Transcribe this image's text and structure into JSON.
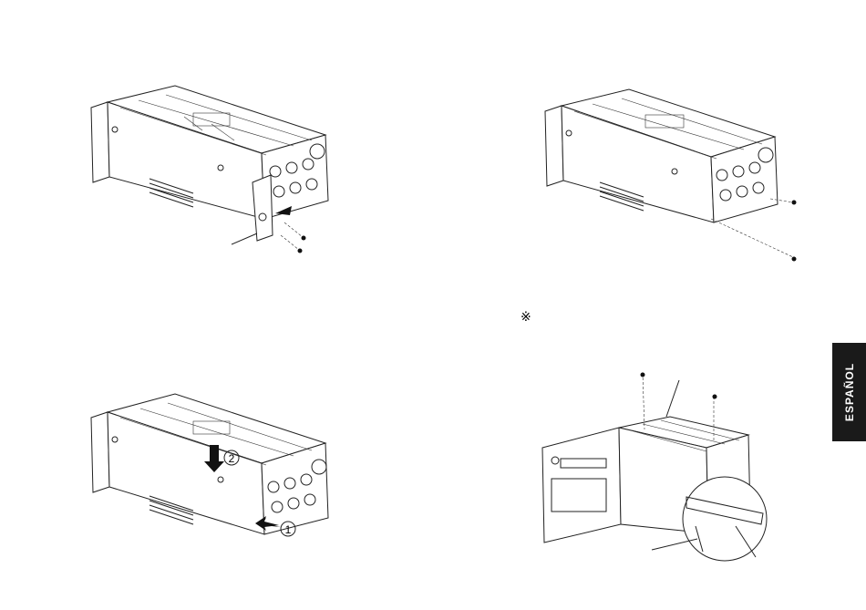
{
  "page": {
    "note_mark": "※",
    "side_tab_label": "ESPAÑOL"
  },
  "figures": [
    {
      "id": "remove-panel-step",
      "callouts": []
    },
    {
      "id": "screws-removed-step",
      "callouts": []
    },
    {
      "id": "slide-unit-step",
      "callouts": [
        "2",
        "1"
      ]
    },
    {
      "id": "install-board-step",
      "callouts": []
    }
  ]
}
